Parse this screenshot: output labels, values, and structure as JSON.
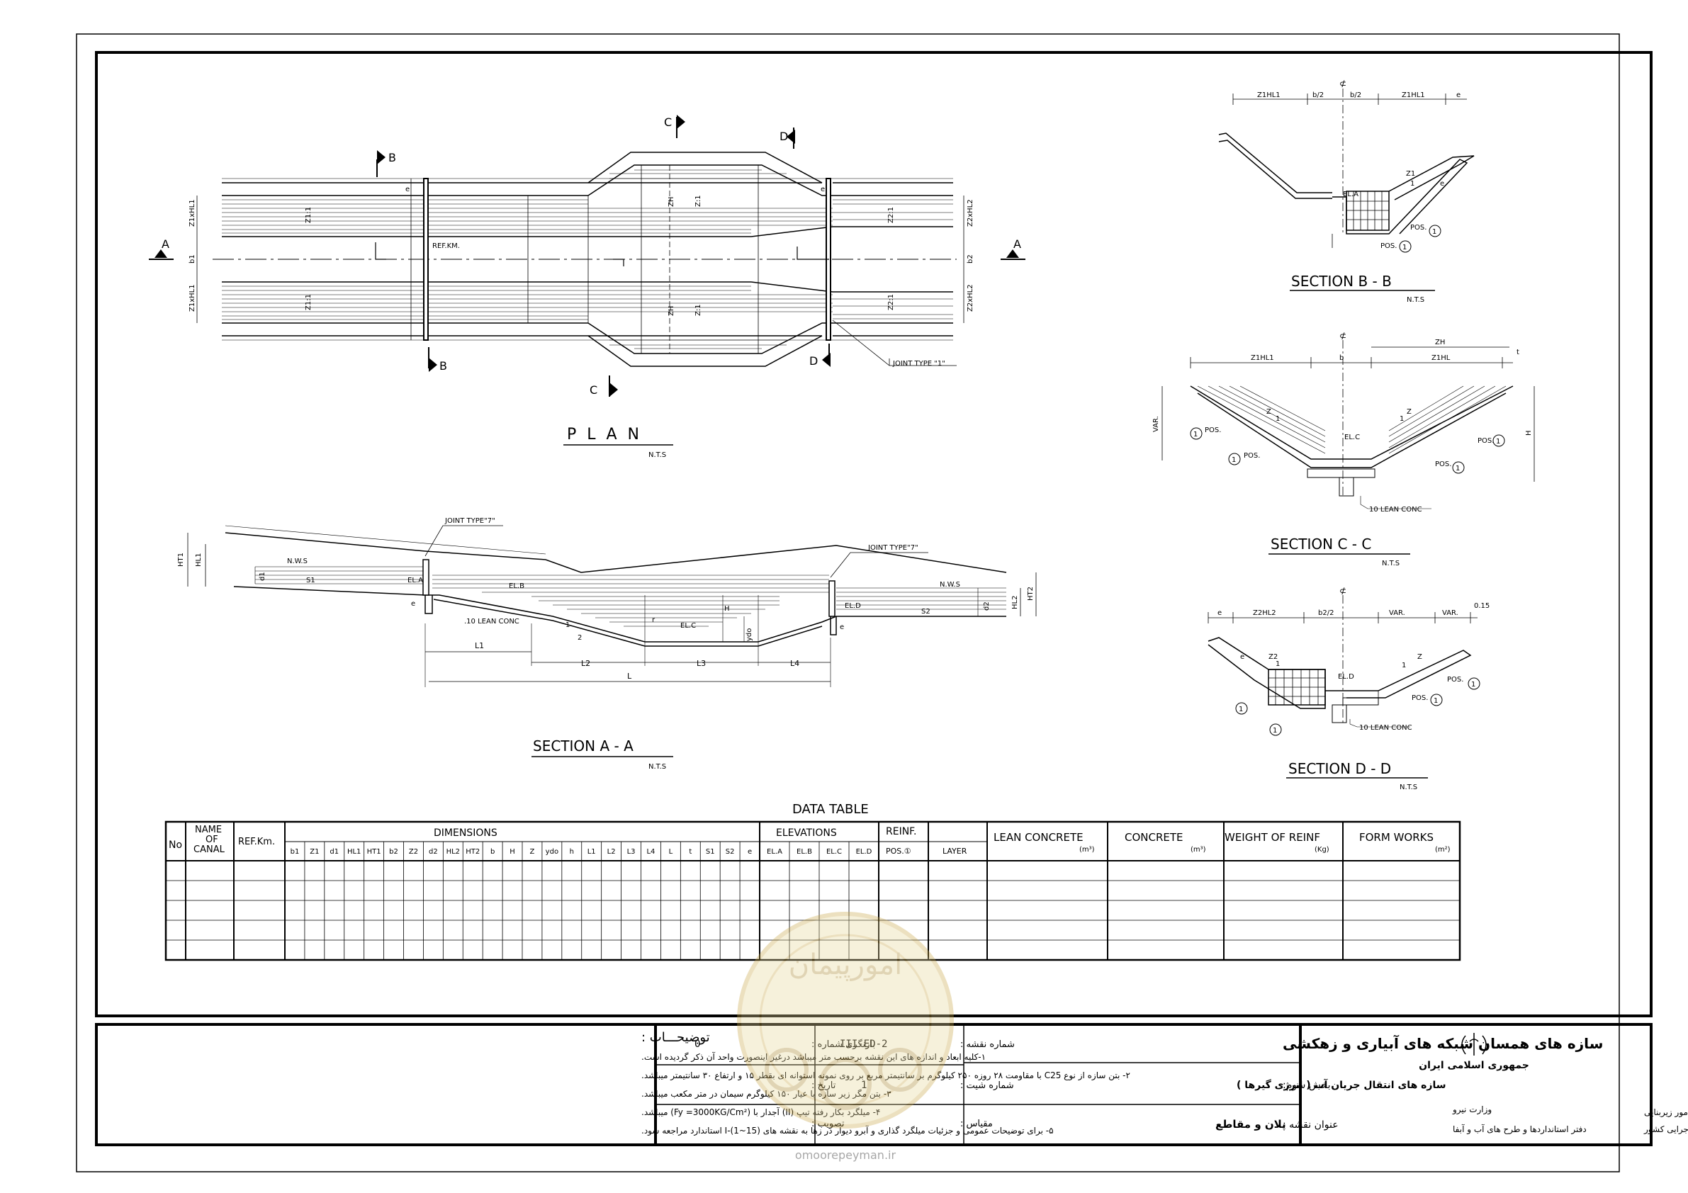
{
  "plan": {
    "title": "P L A N",
    "scale": "N.T.S",
    "labels": {
      "b_top": "B",
      "b_bot": "B",
      "c_top": "C",
      "c_bot": "C",
      "d_top": "D",
      "d_bot": "D",
      "a_left": "A",
      "a_right": "A",
      "ref_km": "REF.KM.",
      "joint": "JOINT TYPE \"1\"",
      "z1hl1_top": "Z1xHL1",
      "z1hl1_bot": "Z1xHL1",
      "b1": "b1",
      "z2hl2_top": "Z2xHL2",
      "z2hl2_bot": "Z2xHL2",
      "b2": "b2",
      "z1_1": "Z1:1",
      "z1_2": "Z1:1",
      "z2_1": "Z2:1",
      "z2_2": "Z2:1",
      "zh_top": "ZH",
      "zh_bot": "ZH",
      "z1_top": "Z:1",
      "z1_bot": "Z:1",
      "e1": "e",
      "e2": "e"
    }
  },
  "section_aa": {
    "title": "SECTION  A - A",
    "scale": "N.T.S",
    "labels": {
      "joint_left": "JOINT TYPE\"7\"",
      "joint_right": "JOINT TYPE\"7\"",
      "ht1": "HT1",
      "hl1": "HL1",
      "d1": "d1",
      "nws_l": "N.W.S",
      "s1": "S1",
      "ela": "EL.A",
      "elb": "EL.B",
      "elc": "EL.C",
      "eld": "EL.D",
      "e1": "e",
      "e2": "e",
      "lean": ".10 LEAN CONC",
      "two": "2",
      "one": "1",
      "r": "r",
      "h": "H",
      "ydo": "ydo",
      "nws_r": "N.W.S",
      "s2": "S2",
      "d2": "d2",
      "hl2": "HL2",
      "ht2": "HT2",
      "l1": "L1",
      "l2": "L2",
      "l3": "L3",
      "l4": "L4",
      "l": "L"
    }
  },
  "section_bb": {
    "title": "SECTION  B - B",
    "scale": "N.T.S",
    "labels": {
      "cl": "⊄",
      "z1hl1_l": "Z1HL1",
      "b2_l": "b/2",
      "b2_r": "b/2",
      "z1hl1_r": "Z1HL1",
      "e": "e",
      "z1": "Z1",
      "one": "1",
      "ela": "EL.A",
      "pos1": "POS.",
      "pos2": "POS.",
      "c1": "1",
      "c2": "1",
      "ee": "e"
    }
  },
  "section_cc": {
    "title": "SECTION  C - C",
    "scale": "N.T.S",
    "labels": {
      "cl": "⊄",
      "z1hl1": "Z1HL1",
      "b": "b",
      "z1hl": "Z1HL",
      "zh": "ZH",
      "t": "t",
      "var": "VAR.",
      "h": "H",
      "z_l": "Z",
      "one_l": "1",
      "z_r": "Z",
      "one_r": "1",
      "elc": "EL.C",
      "pos_a": "POS.",
      "pos_b": "POS.",
      "pos_c": "POS.",
      "pos_d": "POS.",
      "c1": "1",
      "c2": "1",
      "c3": "1",
      "c4": "1",
      "lean": "10 LEAN CONC"
    }
  },
  "section_dd": {
    "title": "SECTION  D - D",
    "scale": "N.T.S",
    "labels": {
      "cl": "⊄",
      "e": "e",
      "z2hl2": "Z2HL2",
      "b22": "b2/2",
      "var1": "VAR.",
      "var2": "VAR.",
      "v015": "0.15",
      "z2": "Z2",
      "one_l": "1",
      "ee": "e",
      "eld": "EL.D",
      "z": "Z",
      "one_r": "1",
      "pos_a": "POS.",
      "pos_b": "POS.",
      "c_a": "1",
      "c_b": "1",
      "c_c": "1",
      "c_d": "1",
      "lean": "10 LEAN CONC"
    }
  },
  "data_table": {
    "title": "DATA TABLE",
    "headers": {
      "no": "No",
      "name_1": "NAME",
      "name_2": "OF",
      "name_3": "CANAL",
      "ref": "REF.Km.",
      "dimensions": "DIMENSIONS",
      "elevations": "ELEVATIONS",
      "reinf": "REINF.",
      "lean": "LEAN CONCRETE",
      "lean_u": "(m³)",
      "concrete": "CONCRETE",
      "concrete_u": "(m³)",
      "weight": "WEIGHT OF REINF",
      "weight_u": "(Kg)",
      "form": "FORM WORKS",
      "form_u": "(m²)",
      "pos": "POS.①",
      "layer": "LAYER"
    },
    "dim_cols": [
      "b1",
      "Z1",
      "d1",
      "HL1",
      "HT1",
      "b2",
      "Z2",
      "d2",
      "HL2",
      "HT2",
      "b",
      "H",
      "Z",
      "ydo",
      "h",
      "L1",
      "L2",
      "L3",
      "L4",
      "L",
      "t",
      "S1",
      "S2",
      "e"
    ],
    "elev_cols": [
      "EL.A",
      "EL.B",
      "EL.C",
      "EL.D"
    ],
    "row_count": 5
  },
  "notes": {
    "title": "توضیحـــات :",
    "items": [
      "۱-کلیه ابعاد و اندازه های این نقشه برحسب متر میباشد درغیر اینصورت واحد آن ذکر گردیده است.",
      "۲- بتن سازه از نوع C25 با مقاومت ۲۸ روزه ۲۵۰ کیلوگرم بر سانتیمتر مربع بر روی نمونه استوانه ای بقطر ۱۵ و ارتفاع ۳۰ سانتیمتر میباشد.",
      "۳- بتن مگر زیر سازه با عیار ۱۵۰ کیلوگرم سیمان در متر مکعب میباشد.",
      "۴- میلگرد بکار رفته تیپ (II) آجدار با (Fy =3000KG/Cm²) میباشد.",
      "۵- برای توضیحات عمومی و جزئیات میلگرد گذاری و آبرو دیوار در زها به نقشه های (15~1)-I استاندارد مراجعه شود."
    ]
  },
  "title_block": {
    "main_title": "سازه های همسان شبکه های آبیاری و زهکشی",
    "drawing_no_label": "شماره نقشه :",
    "drawing_no": "III-ED-2",
    "revision_label": "بازنگری شماره :",
    "revision": "0",
    "section_label": "بخش سوم:",
    "section_value": "سازه های انتقال جریان آب ( انرژی گیرها )",
    "sheet_label": "شماره شیت :",
    "sheet": "1",
    "date_label": "تاریخ :",
    "drawing_title_label": "عنوان نقشه :",
    "drawing_title": "پلان و مقاطع",
    "scale_label": "مقیاس :",
    "approval_label": "تصویب :",
    "country": "جمهوری اسلامی ایران",
    "ministry": "وزارت نیرو",
    "deputy": "معاونت فنی و توسعه امور زیربنایی",
    "office1": "امور نظام فنی و اجرایی کشور",
    "office2": "دفتر استانداردها و طرح های آب و آبفا"
  },
  "watermark": {
    "text": "omoorepeyman.ir",
    "logo_text": "امورپیمان"
  }
}
